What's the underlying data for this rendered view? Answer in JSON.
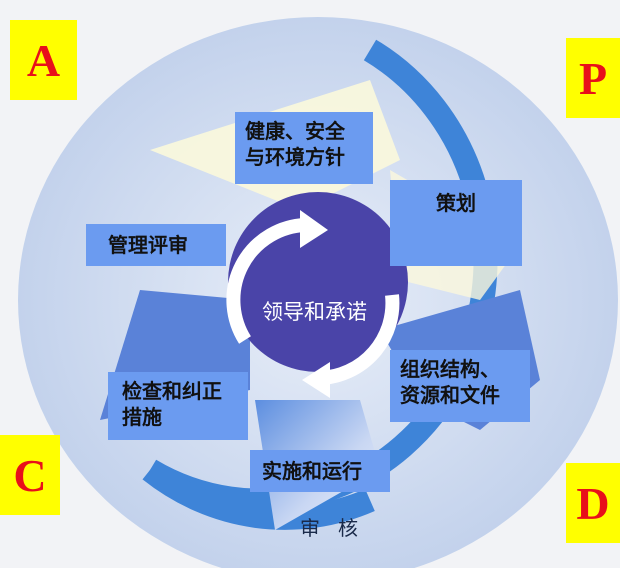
{
  "diagram": {
    "title": "HSE management system PDCA cycle",
    "center": "领导和承诺",
    "pdca": {
      "a": "A",
      "p": "P",
      "c": "C",
      "d": "D"
    },
    "stages": {
      "policy": [
        "健康、安全",
        "与环境方针"
      ],
      "planning": "策划",
      "organization": [
        "组织结构、",
        "资源和文件"
      ],
      "implementation": "实施和运行",
      "checking": [
        "检查和纠正",
        "措施"
      ],
      "review": "管理评审"
    },
    "audit": "审核",
    "colors": {
      "letter_bg": "#ffff00",
      "letter_fg": "#e8101a",
      "label_bg": "#6b9bf0",
      "center_circle": "#4a44a8",
      "ring": "#3e84d8",
      "outer_disc": "#c9d6ee"
    }
  }
}
